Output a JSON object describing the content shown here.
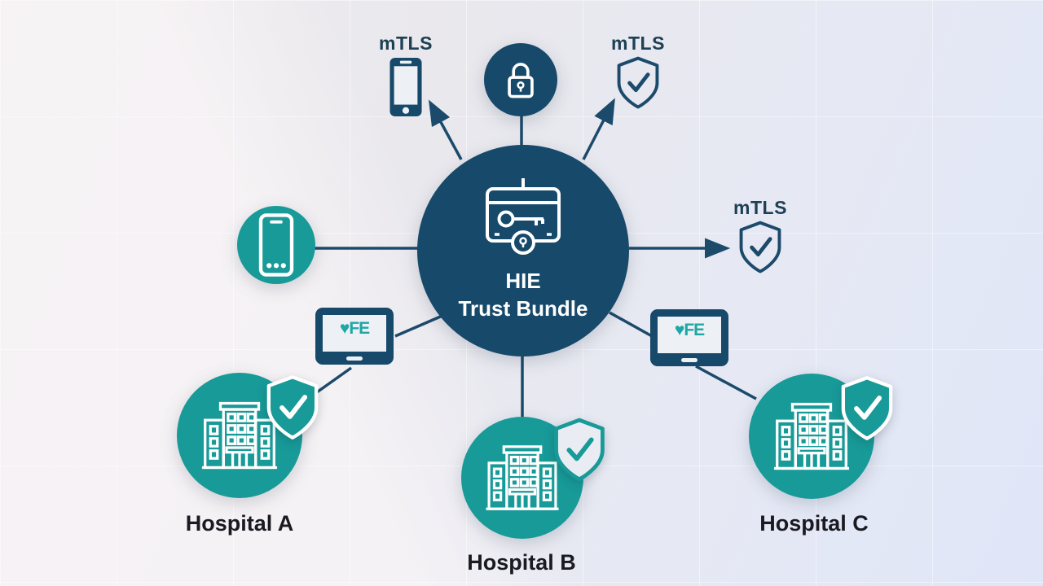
{
  "diagram": {
    "center": {
      "title_line1": "HIE",
      "title_line2": "Trust Bundle"
    },
    "mtls_endpoints": {
      "top_left_phone_label": "mTLS",
      "top_right_shield_label": "mTLS",
      "right_shield_label": "mTLS"
    },
    "hospitals": [
      {
        "label": "Hospital A"
      },
      {
        "label": "Hospital B"
      },
      {
        "label": "Hospital C"
      }
    ],
    "laptops": [
      {
        "screen_glyph": "♥FE"
      },
      {
        "screen_glyph": "♥FE"
      }
    ],
    "icons": [
      "certificate-key-icon",
      "padlock-icon",
      "smartphone-icon",
      "shield-check-icon",
      "hospital-building-icon",
      "laptop-icon"
    ],
    "colors": {
      "navy": "#17496b",
      "teal": "#179a98",
      "connector": "#1c4a6b",
      "label_text": "#1a1a22",
      "background_left": "#efeced",
      "background_right": "#dfe6f8"
    }
  }
}
